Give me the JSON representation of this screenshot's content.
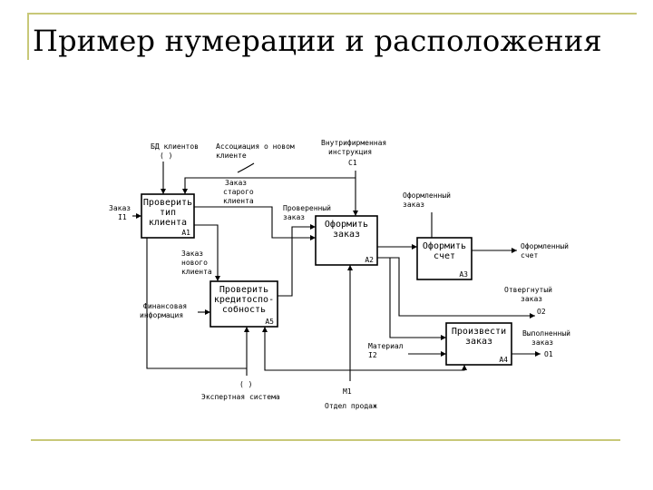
{
  "slide": {
    "title": "Пример нумерации и расположения"
  },
  "diagram": {
    "boxes": [
      {
        "label_lines": [
          "Проверить",
          "тип",
          "клиента"
        ],
        "number": "А1"
      },
      {
        "label_lines": [
          "Оформить",
          "заказ"
        ],
        "number": "А2"
      },
      {
        "label_lines": [
          "Оформить",
          "счет"
        ],
        "number": "А3"
      },
      {
        "label_lines": [
          "Произвести",
          "заказ"
        ],
        "number": "А4"
      },
      {
        "label_lines": [
          "Проверить",
          "кредитоспо-",
          "собность"
        ],
        "number": "А5"
      }
    ],
    "labels": {
      "db_clients": "БД клиентов",
      "db_clients_code": "( )",
      "assoc_line1": "Ассоциация о новом",
      "assoc_line2": "клиенте",
      "instr_line1": "Внутрифирменная",
      "instr_line2": "инструкция",
      "instr_code": "C1",
      "order": "Заказ",
      "order_code": "I1",
      "old_client_line1": "Заказ",
      "old_client_line2": "старого",
      "old_client_line3": "клиента",
      "checked_line1": "Проверенный",
      "checked_line2": "заказ",
      "formed_order_line1": "Оформленный",
      "formed_order_line2": "заказ",
      "new_client_line1": "Заказ",
      "new_client_line2": "нового",
      "new_client_line3": "клиента",
      "formed_invoice_line1": "Оформленный",
      "formed_invoice_line2": "счет",
      "finance_line1": "Финансовая",
      "finance_line2": "информация",
      "rejected_line1": "Отвергнутый",
      "rejected_line2": "заказ",
      "rejected_code": "O2",
      "materials_line1": "Материал",
      "materials_code": "I2",
      "done_line1": "Выполненный",
      "done_line2": "заказ",
      "done_code": "O1",
      "expert_code": "( )",
      "expert": "Экспертная система",
      "staff_code": "M1",
      "staff": "Отдел продаж"
    }
  }
}
